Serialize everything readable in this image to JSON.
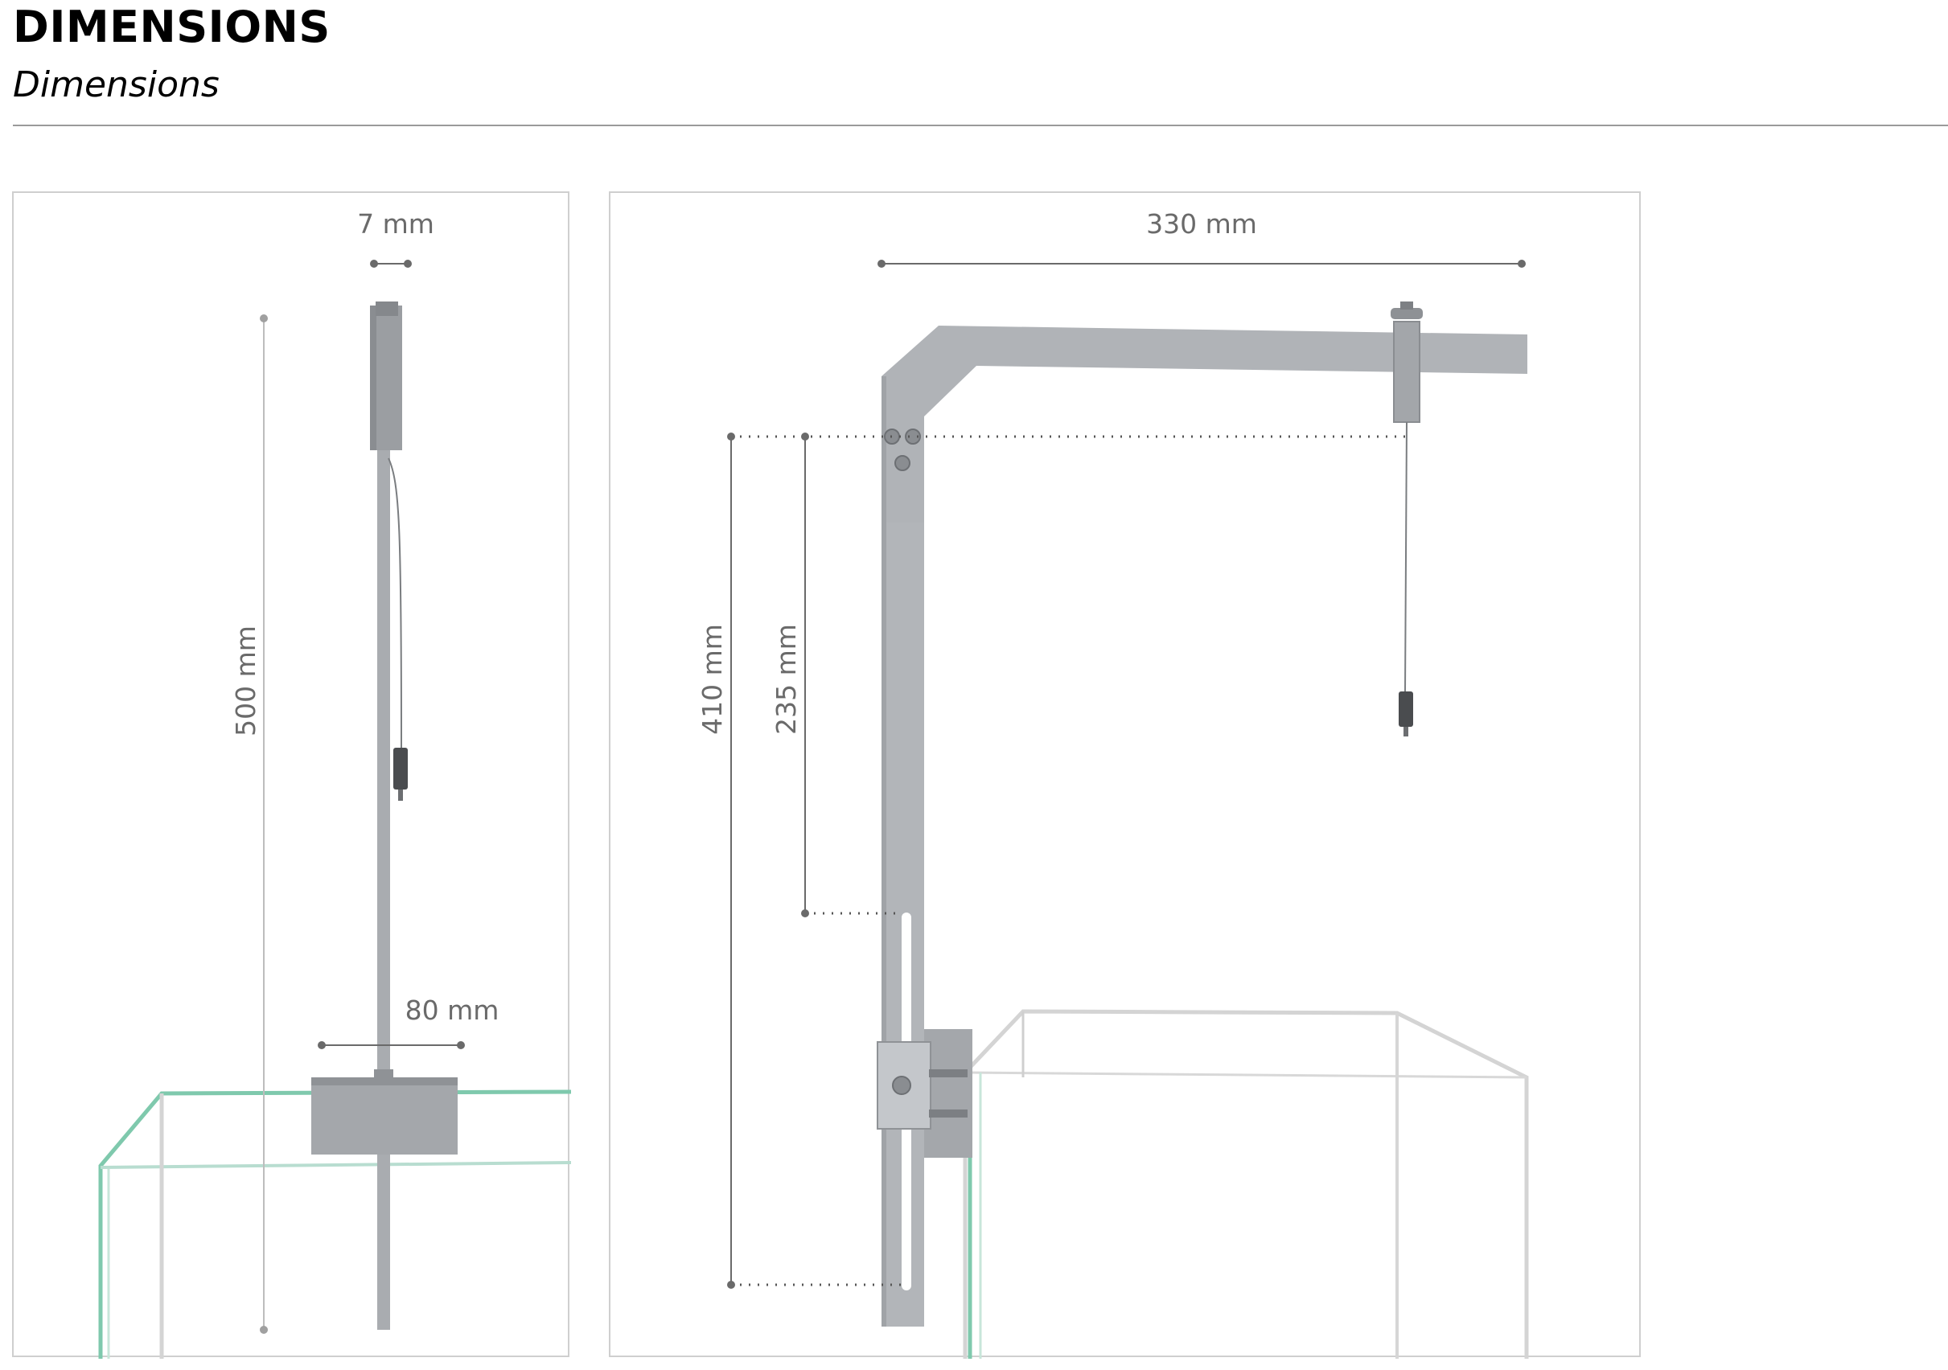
{
  "header": {
    "title": "DIMENSIONS",
    "subtitle": "Dimensions"
  },
  "side_view": {
    "width_top": "7 mm",
    "height": "500 mm",
    "clamp_width": "80 mm"
  },
  "front_view": {
    "arm_length": "330 mm",
    "total_height": "410 mm",
    "adjust_height": "235 mm"
  },
  "colors": {
    "metal": "#a9acb0",
    "metal_dark": "#8f9296",
    "dimension": "#6a6a6a",
    "glass": "#8fd1b8",
    "panel_border": "#cfcfcf"
  }
}
